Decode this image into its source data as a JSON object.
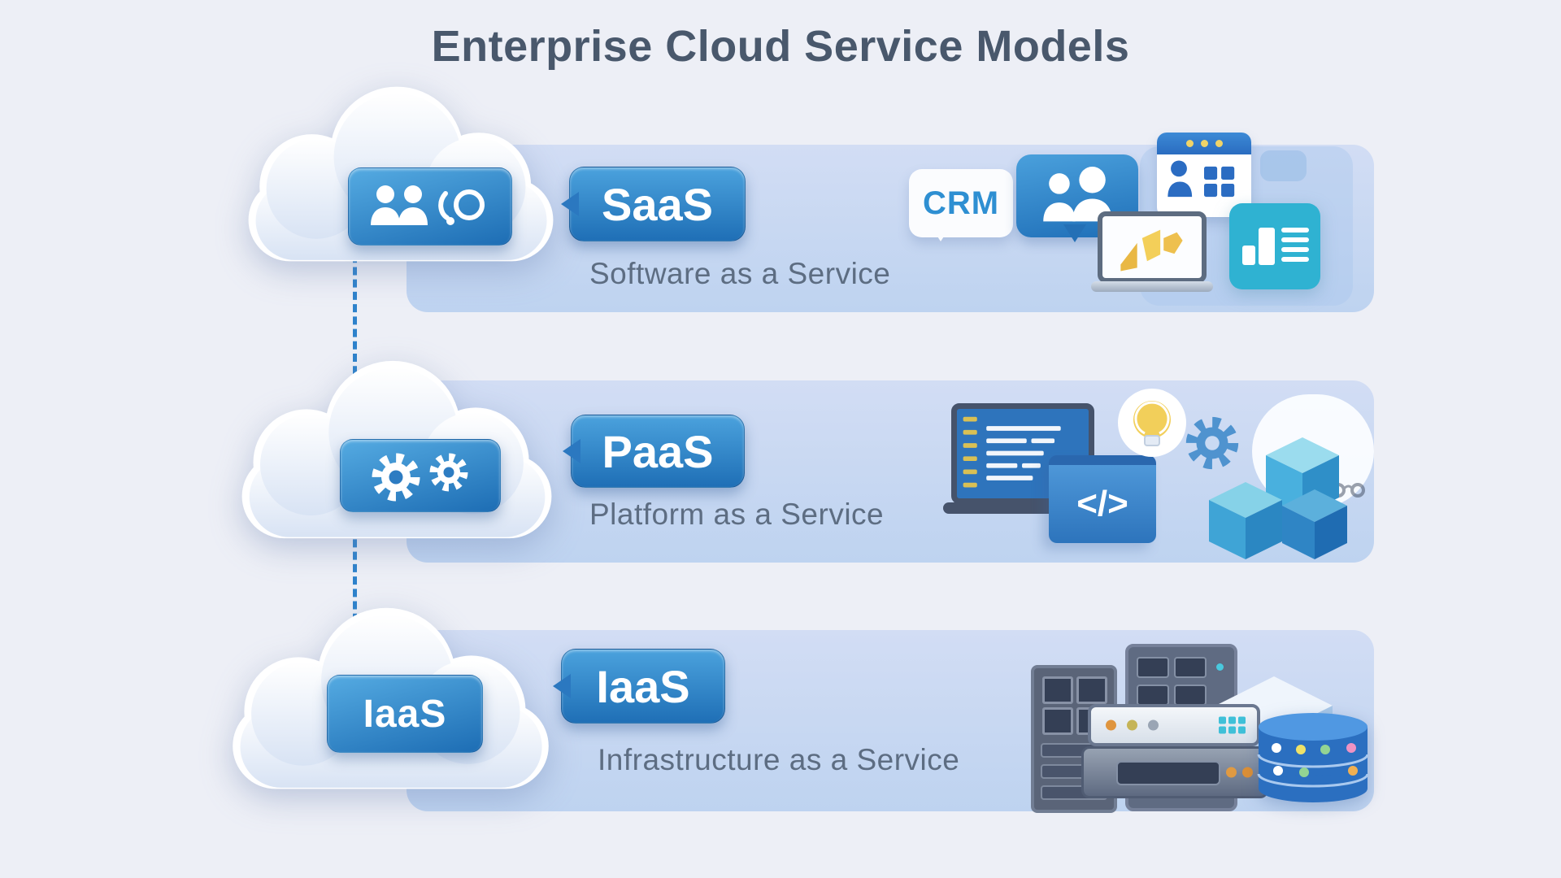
{
  "title": "Enterprise Cloud Service Models",
  "rows": [
    {
      "id": "saas",
      "bubble_label": "SaaS",
      "full_name": "Software as a Service",
      "cloud_badge_icon": "users-and-phone-icon",
      "illustration": {
        "crm_label": "CRM",
        "icons": [
          "crm-speech-bubble",
          "team-chat-bubble",
          "contacts-browser-window",
          "analytics-laptop",
          "report-card"
        ]
      }
    },
    {
      "id": "paas",
      "bubble_label": "PaaS",
      "full_name": "Platform as a Service",
      "cloud_badge_icon": "gears-icon",
      "illustration": {
        "code_label": "</>",
        "icons": [
          "code-editor-laptop",
          "code-box",
          "lightbulb",
          "gear",
          "cubes",
          "cloud-blob",
          "spectacles"
        ]
      }
    },
    {
      "id": "iaas",
      "bubble_label": "IaaS",
      "cloud_badge_label": "IaaS",
      "full_name": "Infrastructure as a Service",
      "illustration": {
        "icons": [
          "server-rack-back",
          "server-rack-front",
          "rack-server-unit",
          "rack-server-unit-2",
          "storage-cube",
          "database-cylinder"
        ]
      }
    }
  ],
  "colors": {
    "background": "#edeff6",
    "band_blue": "#c5d6f1",
    "primary_blue": "#2e7fc6",
    "badge_gradient_top": "#55abe2",
    "badge_gradient_bottom": "#1d6db4",
    "title_text": "#49586c",
    "subtitle_text": "#5d6d82",
    "crm_text": "#2e8fd2",
    "dashed_line": "#2e82cb",
    "accent_teal": "#2fb2d2",
    "accent_yellow": "#f2cf5a",
    "server_dark": "#343f55",
    "database_blue": "#2b6fc0"
  }
}
